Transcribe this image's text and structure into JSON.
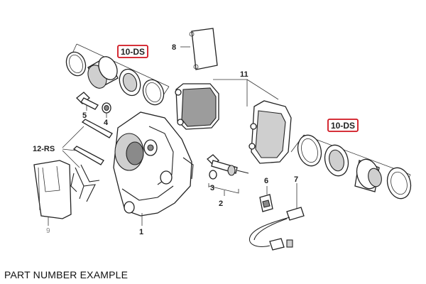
{
  "labels": {
    "callout_8": "8",
    "callout_10ds_left": "10-DS",
    "callout_10ds_right": "10-DS",
    "callout_11": "11",
    "callout_5": "5",
    "callout_4": "4",
    "callout_12rs": "12-RS",
    "callout_3": "3",
    "callout_2": "2",
    "callout_6": "6",
    "callout_7": "7",
    "callout_1": "1",
    "callout_9": "9"
  },
  "caption": "PART NUMBER EXAMPLE",
  "colors": {
    "highlight_border": "#d0141e",
    "line": "#222222",
    "caption_text": "#111111"
  }
}
